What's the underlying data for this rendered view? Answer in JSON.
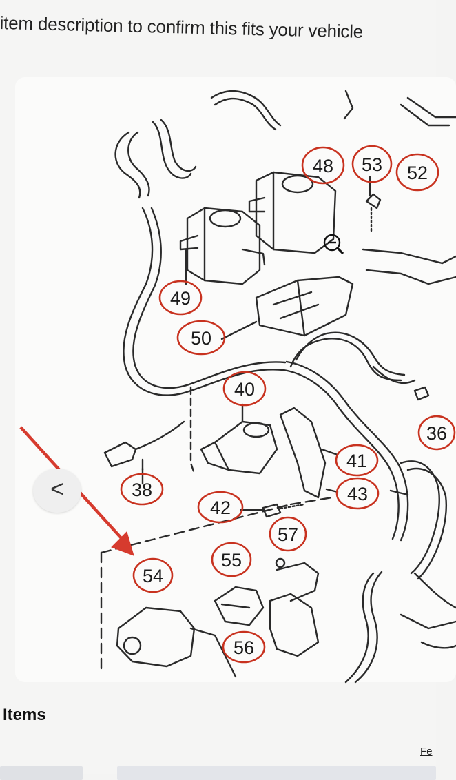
{
  "notice": {
    "text": "item description to confirm this fits your vehicle"
  },
  "gallery": {
    "prev_glyph": "<",
    "zoom_icon": "zoom-out-icon",
    "arrow_color": "#d63b2e",
    "callout_color": "#c8321f"
  },
  "diagram": {
    "callouts": [
      "48",
      "53",
      "52",
      "49",
      "50",
      "40",
      "36",
      "41",
      "43",
      "38",
      "42",
      "57",
      "55",
      "54",
      "56"
    ]
  },
  "items": {
    "heading": "Items"
  },
  "footer": {
    "link_partial": "Fe"
  }
}
